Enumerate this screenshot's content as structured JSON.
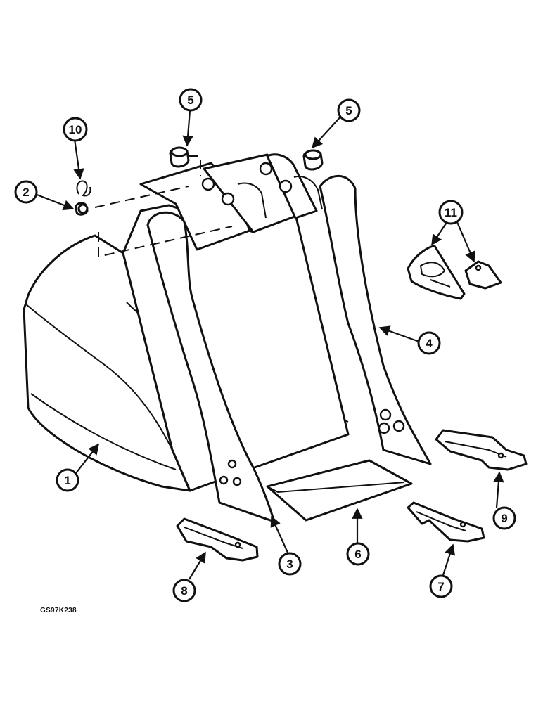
{
  "figure_code": "GS97K238",
  "callouts": [
    {
      "id": "c1",
      "label": "1"
    },
    {
      "id": "c2",
      "label": "2"
    },
    {
      "id": "c3",
      "label": "3"
    },
    {
      "id": "c4",
      "label": "4"
    },
    {
      "id": "c5a",
      "label": "5"
    },
    {
      "id": "c5b",
      "label": "5"
    },
    {
      "id": "c6",
      "label": "6"
    },
    {
      "id": "c7",
      "label": "7"
    },
    {
      "id": "c8",
      "label": "8"
    },
    {
      "id": "c9",
      "label": "9"
    },
    {
      "id": "c10",
      "label": "10"
    },
    {
      "id": "c11",
      "label": "11"
    }
  ]
}
